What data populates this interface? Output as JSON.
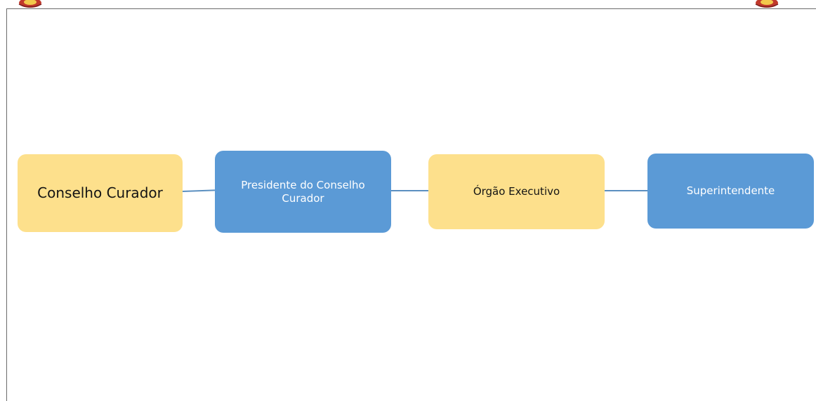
{
  "diagram": {
    "nodes": [
      {
        "id": "conselho-curador",
        "label": "Conselho Curador",
        "color": "#fde08c"
      },
      {
        "id": "presidente",
        "label": "Presidente do Conselho Curador",
        "color": "#5b9ad6"
      },
      {
        "id": "orgao-executivo",
        "label": "Órgão Executivo",
        "color": "#fde08c"
      },
      {
        "id": "superintendente",
        "label": "Superintendente",
        "color": "#5b9ad6"
      }
    ],
    "edges": [
      {
        "from": "conselho-curador",
        "to": "presidente"
      },
      {
        "from": "presidente",
        "to": "orgao-executivo"
      },
      {
        "from": "orgao-executivo",
        "to": "superintendente"
      }
    ],
    "connector_color": "#5b8fc0"
  }
}
